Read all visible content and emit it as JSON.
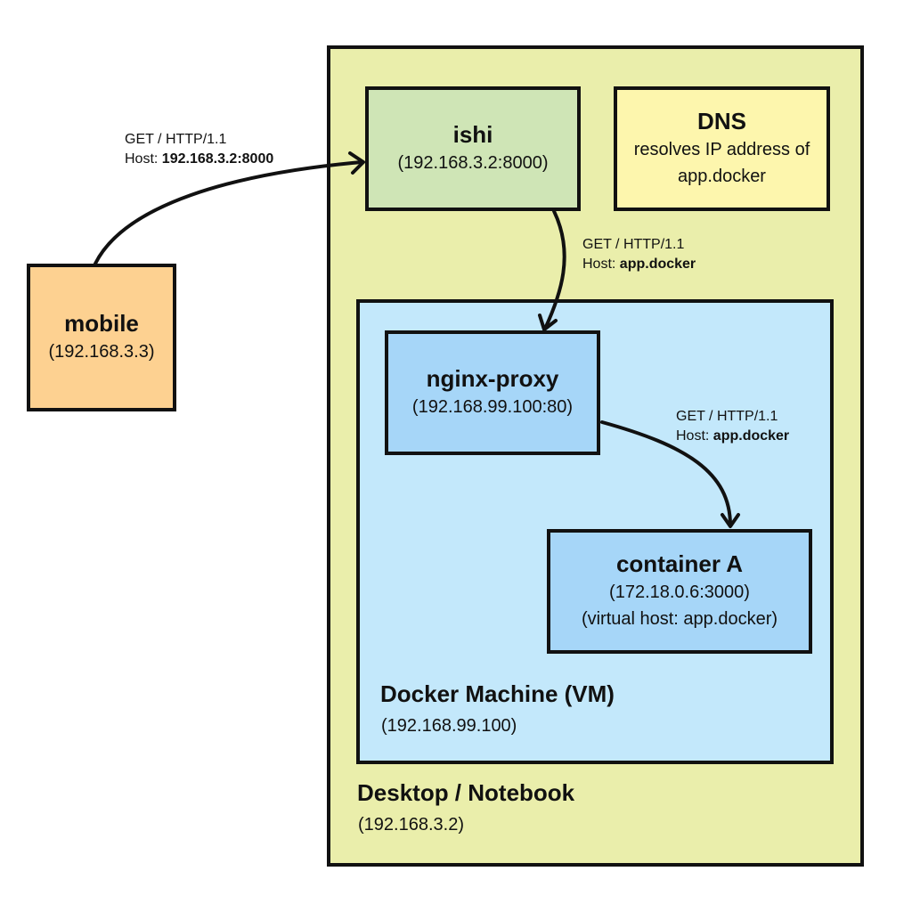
{
  "desktop": {
    "title": "Desktop / Notebook",
    "ip": "(192.168.3.2)"
  },
  "docker_machine": {
    "title": "Docker Machine (VM)",
    "ip": "(192.168.99.100)"
  },
  "nodes": {
    "ishi": {
      "title": "ishi",
      "line1": "(192.168.3.2:8000)"
    },
    "dns": {
      "title": "DNS",
      "line1": "resolves IP address of",
      "line2": "app.docker"
    },
    "nginx": {
      "title": "nginx-proxy",
      "line1": "(192.168.99.100:80)"
    },
    "container_a": {
      "title": "container A",
      "line1": "(172.18.0.6:3000)",
      "line2": "(virtual host: app.docker)"
    },
    "mobile": {
      "title": "mobile",
      "line1": "(192.168.3.3)"
    }
  },
  "edges": [
    {
      "from": "mobile",
      "to": "ishi",
      "request": "GET / HTTP/1.1",
      "host_prefix": "Host: ",
      "host": "192.168.3.2:8000"
    },
    {
      "from": "ishi",
      "to": "nginx",
      "request": "GET / HTTP/1.1",
      "host_prefix": "Host: ",
      "host": "app.docker"
    },
    {
      "from": "nginx",
      "to": "container_a",
      "request": "GET / HTTP/1.1",
      "host_prefix": "Host: ",
      "host": "app.docker"
    }
  ]
}
